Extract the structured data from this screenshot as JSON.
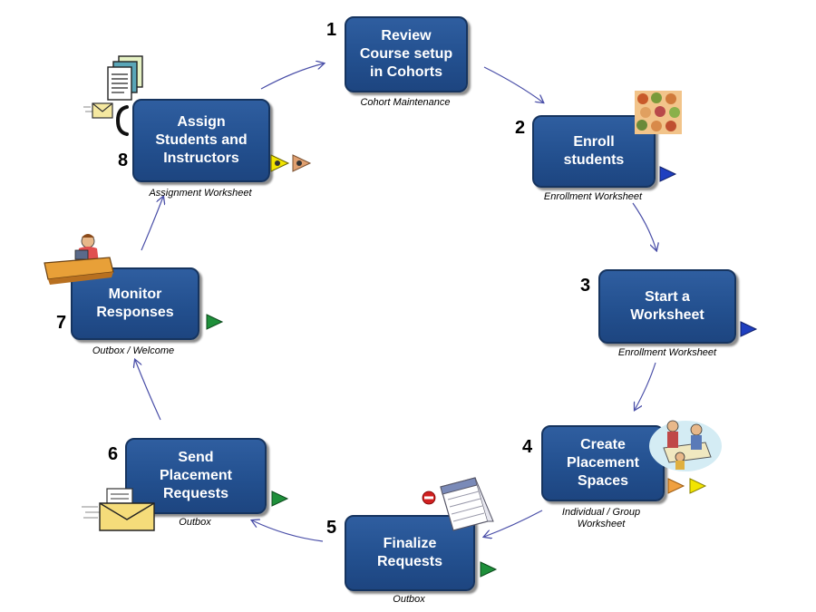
{
  "steps": [
    {
      "number": "1",
      "label": "Review\nCourse setup\nin Cohorts",
      "caption": "Cohort Maintenance"
    },
    {
      "number": "2",
      "label": "Enroll\nstudents",
      "caption": "Enrollment Worksheet"
    },
    {
      "number": "3",
      "label": "Start a\nWorksheet",
      "caption": "Enrollment Worksheet"
    },
    {
      "number": "4",
      "label": "Create\nPlacement\nSpaces",
      "caption": "Individual / Group\nWorksheet"
    },
    {
      "number": "5",
      "label": "Finalize\nRequests",
      "caption": "Outbox"
    },
    {
      "number": "6",
      "label": "Send\nPlacement\nRequests",
      "caption": "Outbox"
    },
    {
      "number": "7",
      "label": "Monitor\nResponses",
      "caption": "Outbox / Welcome"
    },
    {
      "number": "8",
      "label": "Assign\nStudents and\nInstructors",
      "caption": "Assignment Worksheet"
    }
  ],
  "colors": {
    "box": "#2a5896",
    "box_border": "#16345f",
    "arrow": "#4a4fa8",
    "play_blue": "#1f3fbf",
    "play_green": "#1e8f3a",
    "play_orange": "#f0a040",
    "play_yellow": "#f2e400"
  },
  "icons": [
    "documents-icon",
    "mail-icon",
    "phone-icon",
    "crowd-icon",
    "meeting-icon",
    "calendar-icon",
    "no-entry-icon",
    "envelope-icon",
    "receptionist-icon",
    "play-icon"
  ]
}
